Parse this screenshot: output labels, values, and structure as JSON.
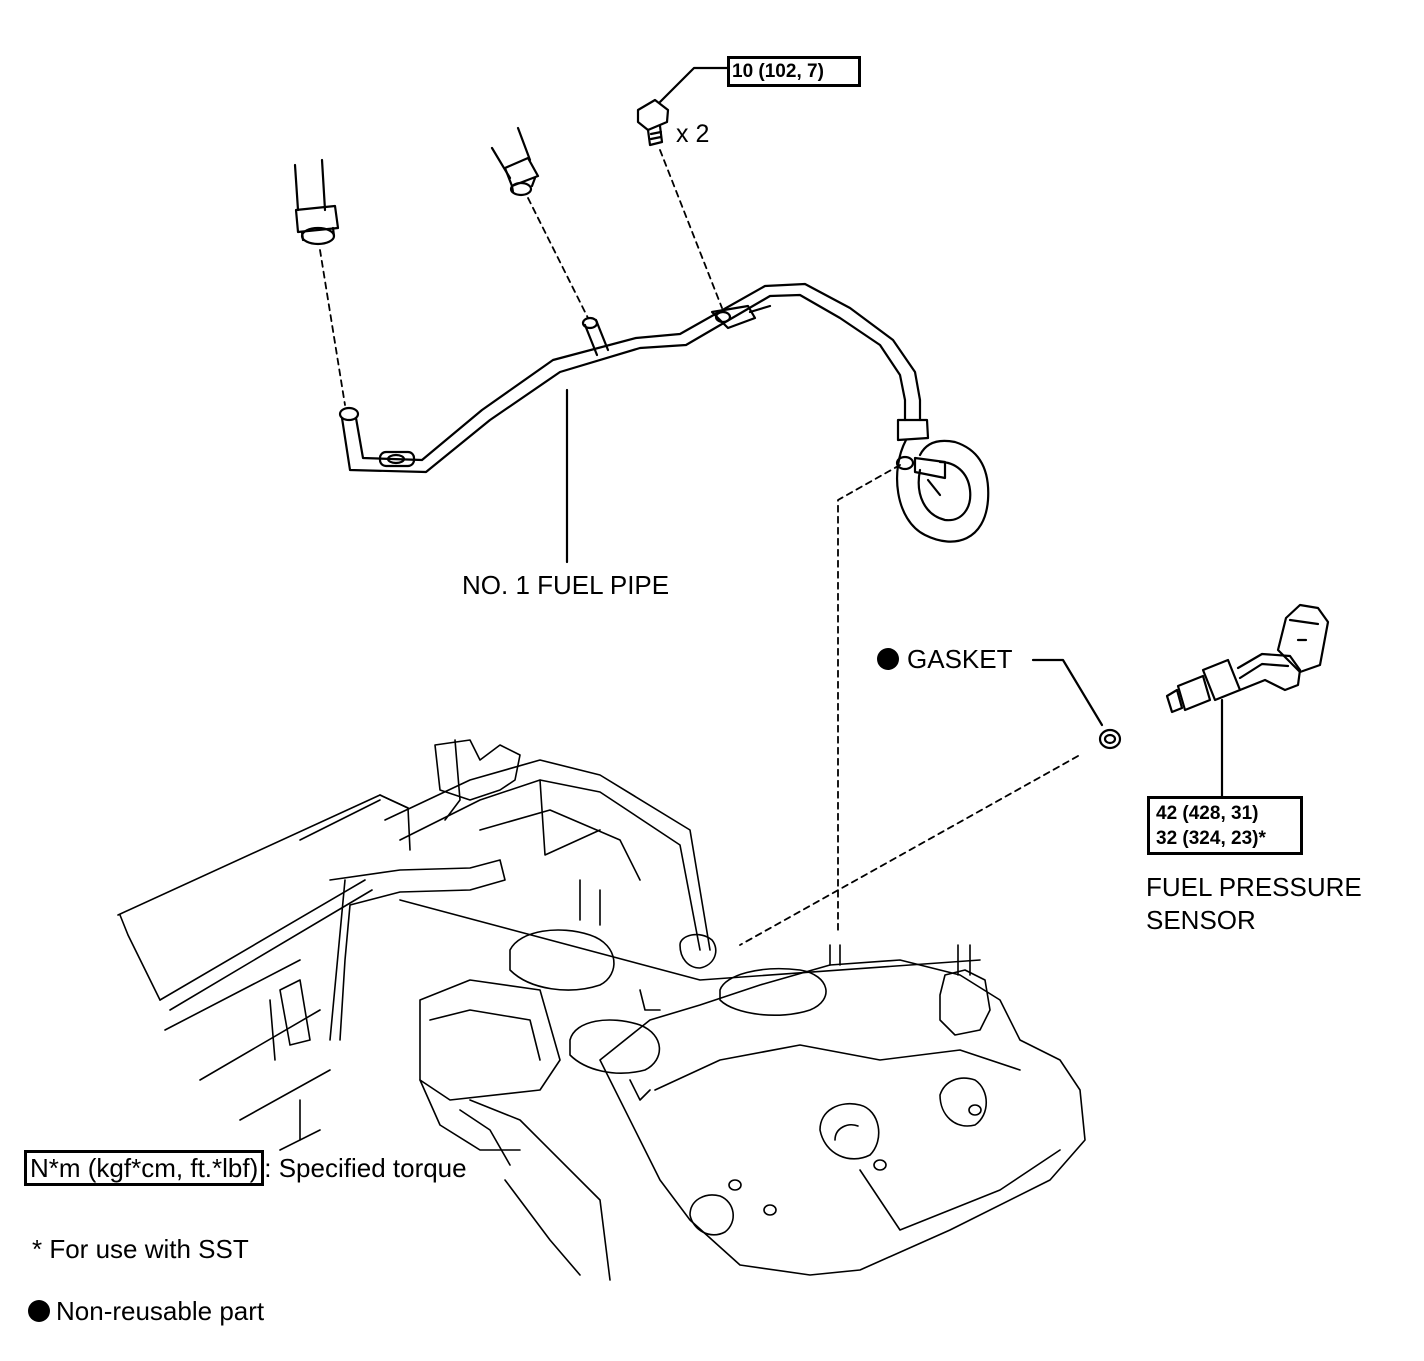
{
  "torque_bolt": "10 (102, 7)",
  "bolt_qty": "x 2",
  "fuel_pipe_label": "NO. 1 FUEL PIPE",
  "gasket_label": "GASKET",
  "sensor_torque": [
    "42 (428, 31)",
    "32 (324, 23)*"
  ],
  "sensor_label": [
    "FUEL PRESSURE",
    "SENSOR"
  ],
  "legend": {
    "torque_units": "N*m (kgf*cm, ft.*lbf)",
    "torque_text": ": Specified torque",
    "sst_note": "* For use with SST",
    "nonreusable": "Non-reusable part"
  },
  "colors": {
    "line": "#000000",
    "background": "#ffffff"
  }
}
